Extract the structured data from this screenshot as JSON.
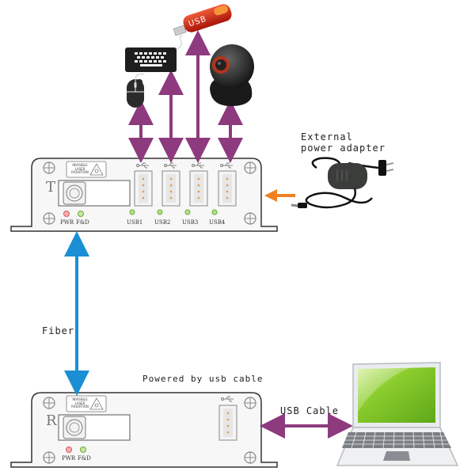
{
  "diagram": {
    "title": "USB over fiber extender connection diagram",
    "transmitter": {
      "unit_letter": "T",
      "warning_label": [
        "INVISIBLE",
        "LASER",
        "RADIATION"
      ],
      "leds": [
        "PWR",
        "F&D"
      ],
      "usb_ports": [
        "USB1",
        "USB2",
        "USB3",
        "USB4"
      ]
    },
    "receiver": {
      "unit_letter": "R",
      "warning_label": [
        "INVISIBLE",
        "LASER",
        "RADIATION"
      ],
      "leds": [
        "PWR",
        "F&D"
      ]
    },
    "peripherals": [
      "mouse",
      "keyboard",
      "usb flash drive",
      "webcam"
    ],
    "usb_drive_text": "USB",
    "labels": {
      "power_adapter_line1": "External",
      "power_adapter_line2": "power adapter",
      "fiber": "Fiber",
      "powered_by": "Powered by usb cable",
      "usb_cable": "USB Cable"
    },
    "colors": {
      "usb_arrow": "#8e3a7e",
      "fiber_arrow": "#1a8fd4",
      "power_arrow": "#f08020",
      "laptop_screen": "#7cc12a",
      "usb_drive": "#d42a1a"
    }
  }
}
